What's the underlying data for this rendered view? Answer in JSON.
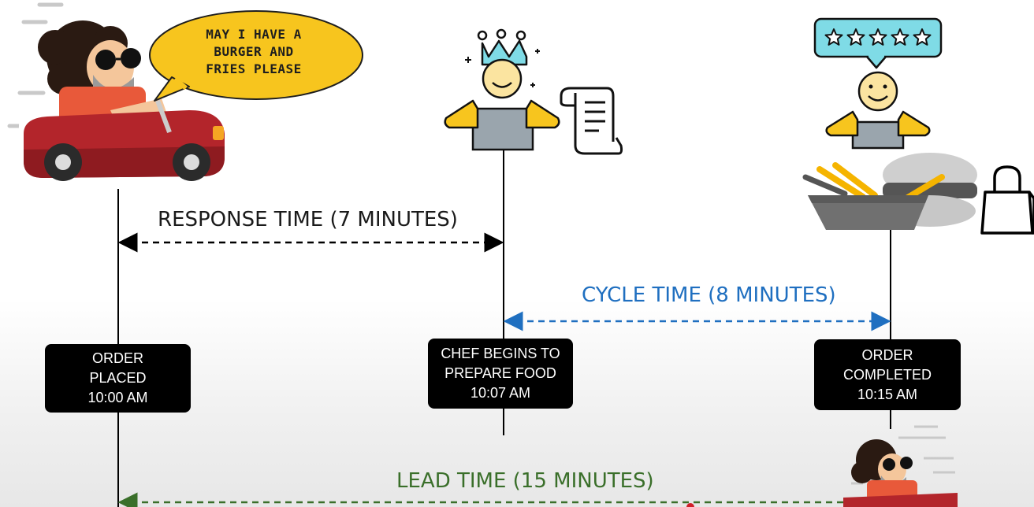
{
  "speech_bubble": {
    "lines": [
      "MAY I HAVE A",
      "BURGER AND",
      "FRIES PLEASE"
    ]
  },
  "labels": {
    "response_time": "RESPONSE TIME (7 MINUTES)",
    "cycle_time": "CYCLE TIME (8 MINUTES)",
    "lead_time": "LEAD TIME (15 MINUTES)"
  },
  "events": [
    {
      "lines": [
        "ORDER",
        "PLACED",
        "10:00 AM"
      ]
    },
    {
      "lines": [
        "CHEF BEGINS TO",
        "PREPARE FOOD",
        "10:07 AM"
      ]
    },
    {
      "lines": [
        "ORDER",
        "COMPLETED",
        "10:15 AM"
      ]
    }
  ],
  "rating_stars": 5,
  "colors": {
    "response_arrow": "#000000",
    "cycle_arrow": "#1f6fc0",
    "cycle_text": "#1f6fc0",
    "lead_arrow": "#3a6f2a",
    "lead_text": "#3a6f2a",
    "car_body": "#b3252b",
    "bubble": "#f7c51e",
    "speech_bubble_cyan": "#7fdbe6"
  },
  "icons": {
    "customer": "customer-in-car-icon",
    "chef": "chef-with-crown-icon",
    "recipe": "recipe-scroll-icon",
    "worker": "worker-rating-icon",
    "food": "burger-fries-icon",
    "bag": "shopping-bag-icon"
  }
}
